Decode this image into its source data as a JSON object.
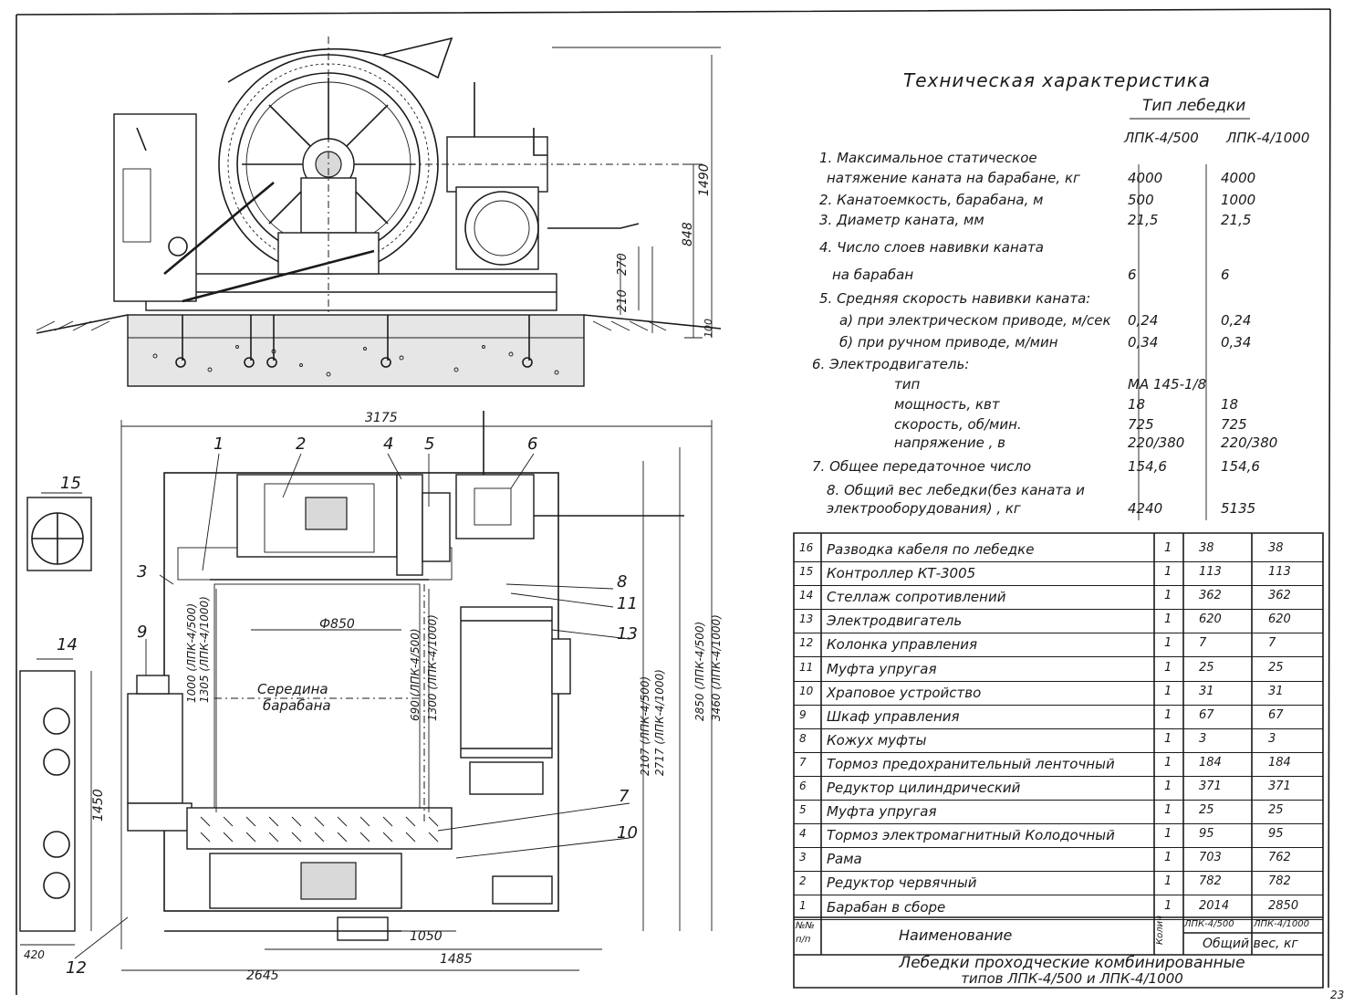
{
  "specs": {
    "title": "Техническая характеристика",
    "type_header": "Тип лебедки",
    "col1": "ЛПК-4/500",
    "col2": "ЛПК-4/1000",
    "rows": [
      {
        "label": "1. Максимальное статическое",
        "v1": "",
        "v2": ""
      },
      {
        "label": "натяжение каната на барабане, кг",
        "v1": "4000",
        "v2": "4000"
      },
      {
        "label": "2. Канатоемкость, барабана, м",
        "v1": "500",
        "v2": "1000"
      },
      {
        "label": "3. Диаметр каната, мм",
        "v1": "21,5",
        "v2": "21,5"
      },
      {
        "label": "4. Число слоев навивки каната",
        "v1": "",
        "v2": ""
      },
      {
        "label": "на барабан",
        "v1": "6",
        "v2": "6"
      },
      {
        "label": "5. Средняя скорость навивки каната:",
        "v1": "",
        "v2": ""
      },
      {
        "label": "а) при электрическом приводе, м/сек",
        "v1": "0,24",
        "v2": "0,24"
      },
      {
        "label": "б) при ручном приводе, м/мин",
        "v1": "0,34",
        "v2": "0,34"
      },
      {
        "label": "6. Электродвигатель:",
        "v1": "",
        "v2": ""
      },
      {
        "label": "тип",
        "v1": "МА 145-1/8",
        "v2": ""
      },
      {
        "label": "мощность, квт",
        "v1": "18",
        "v2": "18"
      },
      {
        "label": "скорость, об/мин.",
        "v1": "725",
        "v2": "725"
      },
      {
        "label": "напряжение , в",
        "v1": "220/380",
        "v2": "220/380"
      },
      {
        "label": "7. Общее передаточное число",
        "v1": "154,6",
        "v2": "154,6"
      },
      {
        "label": "8. Общий вес лебедки(без каната и",
        "v1": "",
        "v2": ""
      },
      {
        "label": "электрооборудования) , кг",
        "v1": "4240",
        "v2": "5135"
      }
    ]
  },
  "parts": {
    "rows": [
      {
        "n": "16",
        "name": "Разводка кабеля по лебедке",
        "qty": "1",
        "w1": "38",
        "w2": "38"
      },
      {
        "n": "15",
        "name": "Контроллер КТ-3005",
        "qty": "1",
        "w1": "113",
        "w2": "113"
      },
      {
        "n": "14",
        "name": "Стеллаж сопротивлений",
        "qty": "1",
        "w1": "362",
        "w2": "362"
      },
      {
        "n": "13",
        "name": "Электродвигатель",
        "qty": "1",
        "w1": "620",
        "w2": "620"
      },
      {
        "n": "12",
        "name": "Колонка управления",
        "qty": "1",
        "w1": "7",
        "w2": "7"
      },
      {
        "n": "11",
        "name": "Муфта упругая",
        "qty": "1",
        "w1": "25",
        "w2": "25"
      },
      {
        "n": "10",
        "name": "Храповое устройство",
        "qty": "1",
        "w1": "31",
        "w2": "31"
      },
      {
        "n": "9",
        "name": "Шкаф управления",
        "qty": "1",
        "w1": "67",
        "w2": "67"
      },
      {
        "n": "8",
        "name": "Кожух муфты",
        "qty": "1",
        "w1": "3",
        "w2": "3"
      },
      {
        "n": "7",
        "name": "Тормоз предохранительный ленточный",
        "qty": "1",
        "w1": "184",
        "w2": "184"
      },
      {
        "n": "6",
        "name": "Редуктор цилиндрический",
        "qty": "1",
        "w1": "371",
        "w2": "371"
      },
      {
        "n": "5",
        "name": "Муфта упругая",
        "qty": "1",
        "w1": "25",
        "w2": "25"
      },
      {
        "n": "4",
        "name": "Тормоз электромагнитный Колодочный",
        "qty": "1",
        "w1": "95",
        "w2": "95"
      },
      {
        "n": "3",
        "name": "Рама",
        "qty": "1",
        "w1": "703",
        "w2": "762"
      },
      {
        "n": "2",
        "name": "Редуктор червячный",
        "qty": "1",
        "w1": "782",
        "w2": "782"
      },
      {
        "n": "1",
        "name": "Барабан в сборе",
        "qty": "1",
        "w1": "2014",
        "w2": "2850"
      }
    ],
    "header": {
      "num": "№№ п/п",
      "name": "Наименование",
      "qty": "Колич",
      "c1": "ЛПК-4/500",
      "c2": "ЛПК-4/1000",
      "weight": "Общий вес, кг"
    },
    "caption_line1": "Лебедки проходческие комбинированные",
    "caption_line2": "типов ЛПК-4/500 и ЛПК-4/1000"
  },
  "drawing": {
    "dims": {
      "d3175": "3175",
      "d2645": "2645",
      "d1485": "1485",
      "d1050": "1050",
      "d1490": "1490",
      "d848": "848",
      "d270": "270",
      "d210": "210",
      "d100": "100",
      "d1450": "1450",
      "d420": "420",
      "d850": "Ф850",
      "d1000": "1000 (ЛПК-4/500)",
      "d1305": "1305 (ЛПК-4/1000)",
      "d690": "690 (ЛПК-4/500)",
      "d1300": "1300 (ЛПК-4/1000)",
      "d2107": "2107 (ЛПК-4/500)",
      "d2717": "2717 (ЛПК-4/1000)",
      "d2850": "2850 (ЛПК-4/500)",
      "d3460": "3460 (ЛПК-4/1000)"
    },
    "drum_middle_1": "Середина",
    "drum_middle_2": "барабана",
    "callouts": [
      "1",
      "2",
      "3",
      "4",
      "5",
      "6",
      "7",
      "8",
      "9",
      "10",
      "11",
      "12",
      "13",
      "14",
      "15"
    ],
    "page_number": "23"
  }
}
